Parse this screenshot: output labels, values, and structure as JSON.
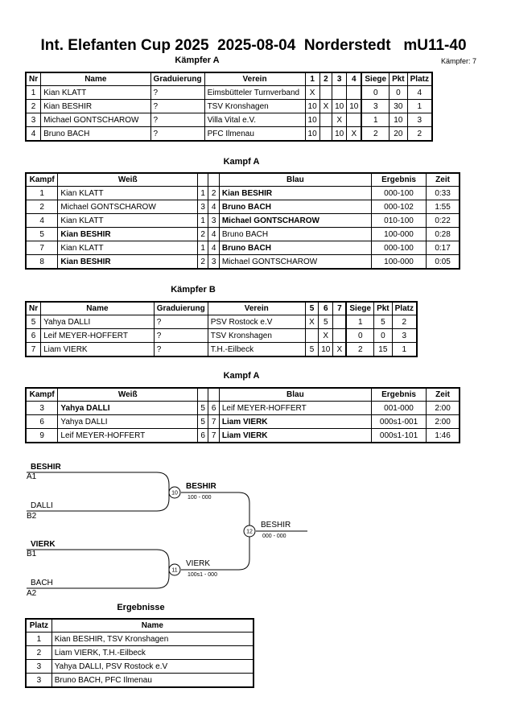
{
  "header": {
    "title": "Int. Elefanten Cup 2025  2025-08-04  Norderstedt   mU11-40"
  },
  "pool_a": {
    "heading": "Kämpfer A",
    "count_label": "Kämpfer: 7",
    "columns": [
      "Nr",
      "Name",
      "Graduierung",
      "Verein",
      "1",
      "2",
      "3",
      "4",
      "Siege",
      "Pkt",
      "Platz"
    ],
    "rows": [
      [
        "1",
        "Kian KLATT",
        "?",
        "Eimsbütteler Turnverband",
        "X",
        "",
        "",
        "",
        "0",
        "0",
        "4"
      ],
      [
        "2",
        "Kian BESHIR",
        "?",
        "TSV Kronshagen",
        "10",
        "X",
        "10",
        "10",
        "3",
        "30",
        "1"
      ],
      [
        "3",
        "Michael GONTSCHAROW",
        "?",
        "Villa Vital e.V.",
        "10",
        "",
        "X",
        "",
        "1",
        "10",
        "3"
      ],
      [
        "4",
        "Bruno BACH",
        "?",
        "PFC Ilmenau",
        "10",
        "",
        "10",
        "X",
        "2",
        "20",
        "2"
      ]
    ]
  },
  "fights_a": {
    "heading": "Kampf A",
    "columns": [
      "Kampf",
      "Weiß",
      "",
      "",
      "Blau",
      "Ergebnis",
      "Zeit"
    ],
    "rows": [
      [
        "1",
        "Kian KLATT",
        "1",
        "2",
        "Kian BESHIR",
        "000-100",
        "0:33"
      ],
      [
        "2",
        "Michael GONTSCHAROW",
        "3",
        "4",
        "Bruno BACH",
        "000-102",
        "1:55"
      ],
      [
        "4",
        "Kian KLATT",
        "1",
        "3",
        "Michael GONTSCHAROW",
        "010-100",
        "0:22"
      ],
      [
        "5",
        "Kian BESHIR",
        "2",
        "4",
        "Bruno BACH",
        "100-000",
        "0:28"
      ],
      [
        "7",
        "Kian KLATT",
        "1",
        "4",
        "Bruno BACH",
        "000-100",
        "0:17"
      ],
      [
        "8",
        "Kian BESHIR",
        "2",
        "3",
        "Michael GONTSCHAROW",
        "100-000",
        "0:05"
      ]
    ]
  },
  "pool_b": {
    "heading": "Kämpfer B",
    "columns": [
      "Nr",
      "Name",
      "Graduierung",
      "Verein",
      "5",
      "6",
      "7",
      "Siege",
      "Pkt",
      "Platz"
    ],
    "rows": [
      [
        "5",
        "Yahya DALLI",
        "?",
        "PSV Rostock e.V",
        "X",
        "5",
        "",
        "1",
        "5",
        "2"
      ],
      [
        "6",
        "Leif MEYER-HOFFERT",
        "?",
        "TSV Kronshagen",
        "",
        "X",
        "",
        "0",
        "0",
        "3"
      ],
      [
        "7",
        "Liam VIERK",
        "?",
        "T.H.-Eilbeck",
        "5",
        "10",
        "X",
        "2",
        "15",
        "1"
      ]
    ]
  },
  "fights_b": {
    "heading": "Kampf A",
    "columns": [
      "Kampf",
      "Weiß",
      "",
      "",
      "Blau",
      "Ergebnis",
      "Zeit"
    ],
    "rows": [
      [
        "3",
        "Yahya DALLI",
        "5",
        "6",
        "Leif MEYER-HOFFERT",
        "001-000",
        "2:00"
      ],
      [
        "6",
        "Yahya DALLI",
        "5",
        "7",
        "Liam VIERK",
        "000s1-001",
        "2:00"
      ],
      [
        "9",
        "Leif MEYER-HOFFERT",
        "6",
        "7",
        "Liam VIERK",
        "000s1-101",
        "1:46"
      ]
    ]
  },
  "bracket": {
    "e1_name": "BESHIR",
    "e1_seed": "A1",
    "e2_name": "DALLI",
    "e2_seed": "B2",
    "e3_name": "VIERK",
    "e3_seed": "B1",
    "e4_name": "BACH",
    "e4_seed": "A2",
    "m10_no": "10",
    "m10_winner": "BESHIR",
    "m10_score": "100 - 000",
    "m11_no": "11",
    "m11_winner": "VIERK",
    "m11_score": "100s1 - 000",
    "m12_no": "12",
    "m12_winner": "BESHIR",
    "m12_score": "000 - 000"
  },
  "results": {
    "heading": "Ergebnisse",
    "columns": [
      "Platz",
      "Name"
    ],
    "rows": [
      [
        "1",
        "Kian BESHIR, TSV Kronshagen"
      ],
      [
        "2",
        "Liam VIERK, T.H.-Eilbeck"
      ],
      [
        "3",
        "Yahya DALLI, PSV Rostock e.V"
      ],
      [
        "3",
        "Bruno BACH, PFC Ilmenau"
      ]
    ]
  }
}
